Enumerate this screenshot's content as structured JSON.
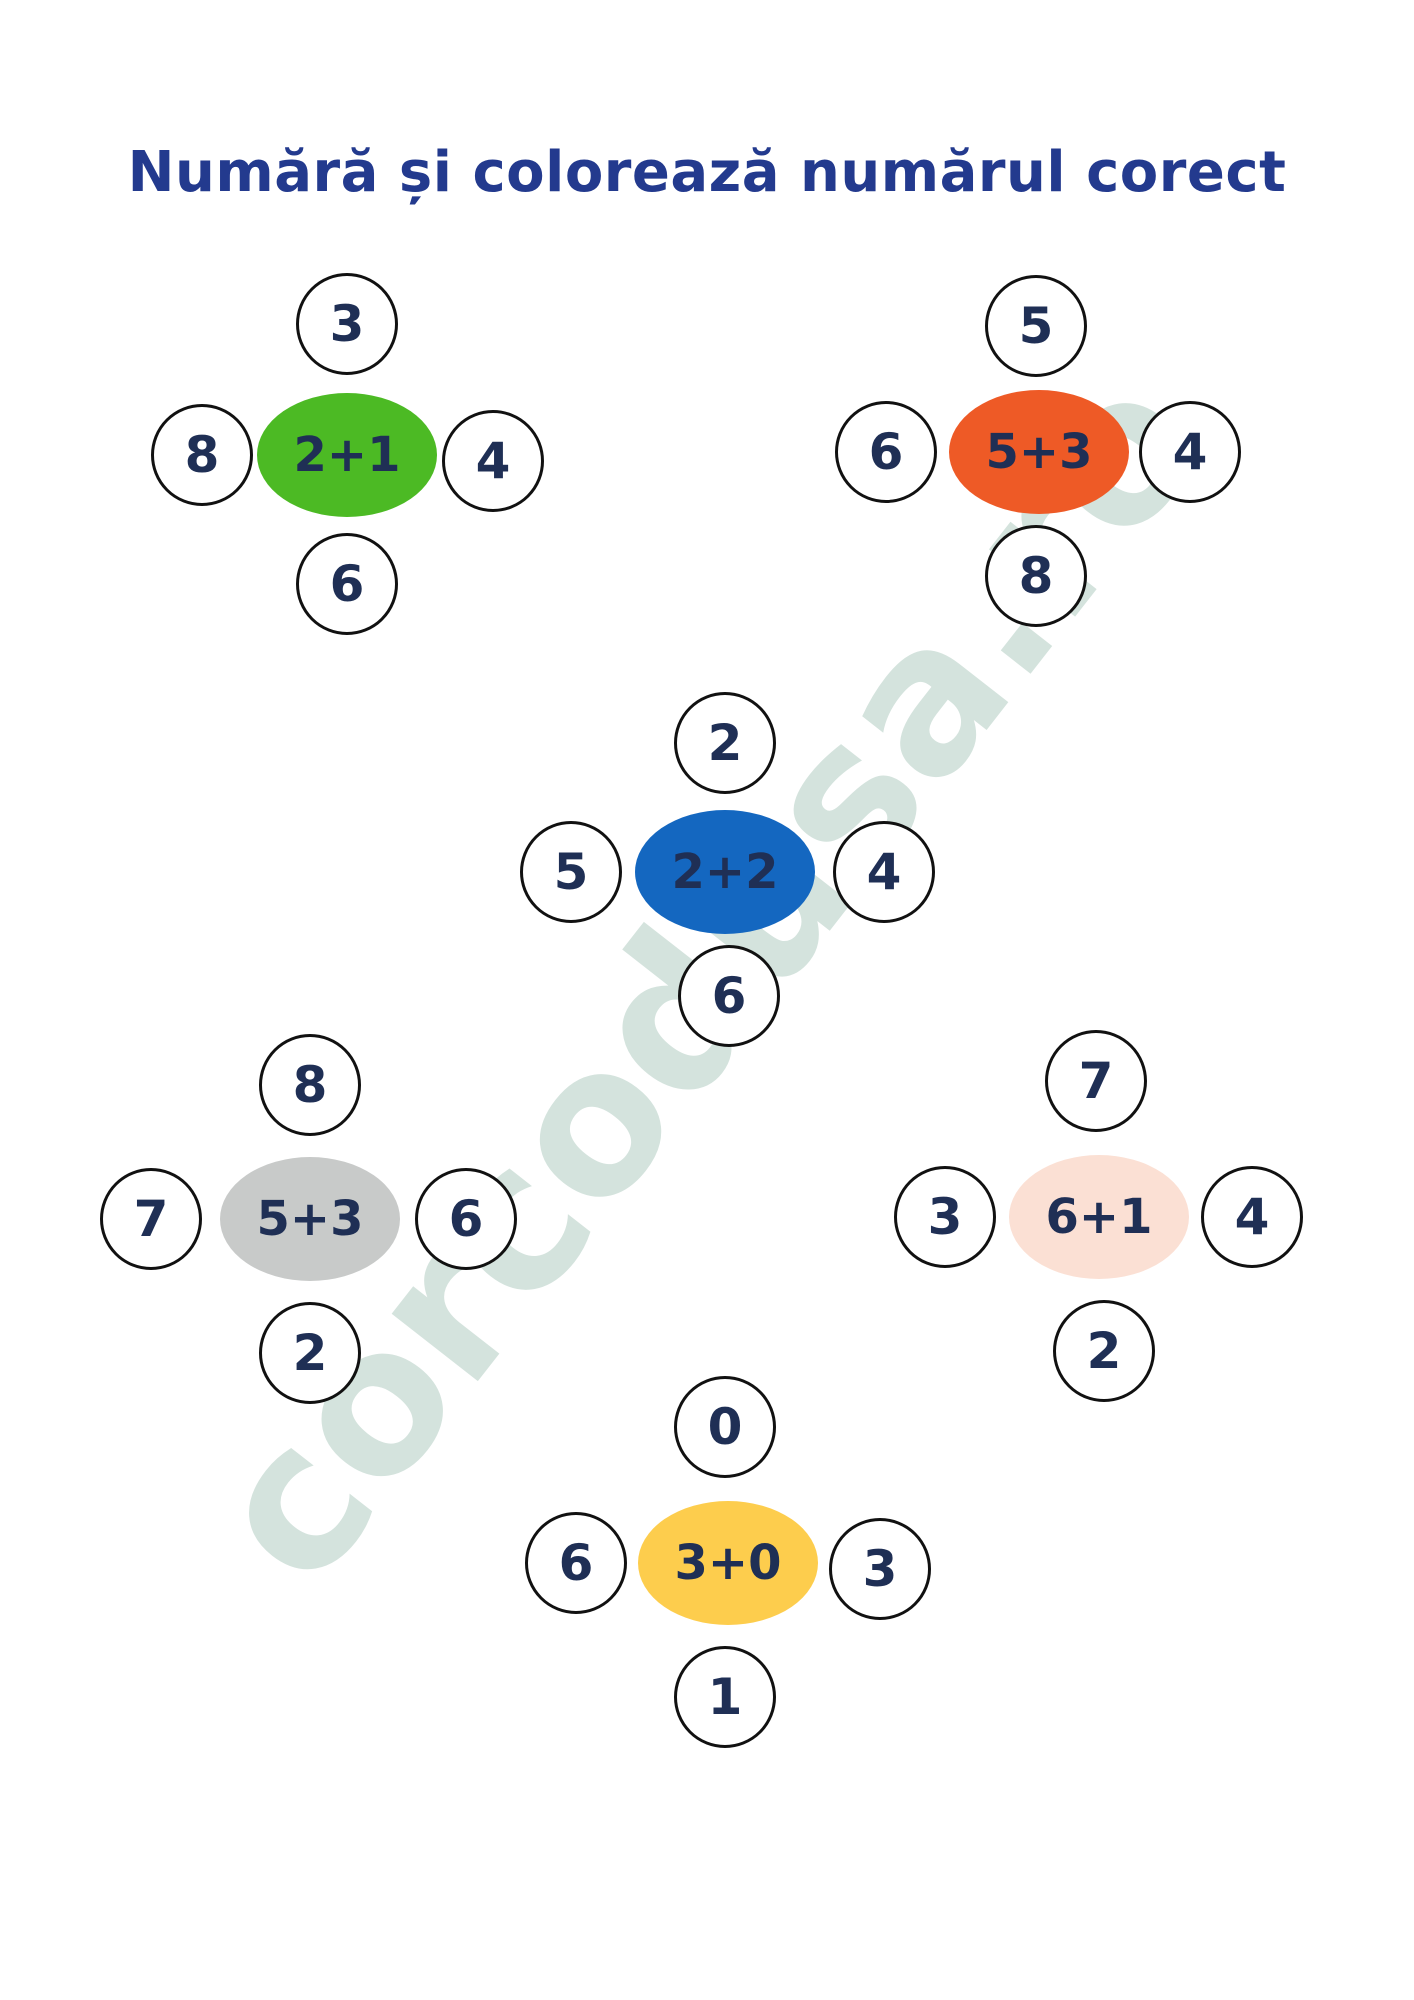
{
  "title": "Numără și colorează numărul corect",
  "watermark": "corcodusa.ro",
  "flowers": [
    {
      "expression": "2+1",
      "color": "#4cba24",
      "top": "3",
      "left": "8",
      "right": "4",
      "bottom": "6"
    },
    {
      "expression": "5+3",
      "color": "#ee5a26",
      "top": "5",
      "left": "6",
      "right": "4",
      "bottom": "8"
    },
    {
      "expression": "2+2",
      "color": "#1467c0",
      "top": "2",
      "left": "5",
      "right": "4",
      "bottom": "6"
    },
    {
      "expression": "5+3",
      "color": "#c8cac9",
      "top": "8",
      "left": "7",
      "right": "6",
      "bottom": "2"
    },
    {
      "expression": "6+1",
      "color": "#fbe0d4",
      "top": "7",
      "left": "3",
      "right": "4",
      "bottom": "2"
    },
    {
      "expression": "3+0",
      "color": "#fdcd4d",
      "top": "0",
      "left": "6",
      "right": "3",
      "bottom": "1"
    }
  ]
}
